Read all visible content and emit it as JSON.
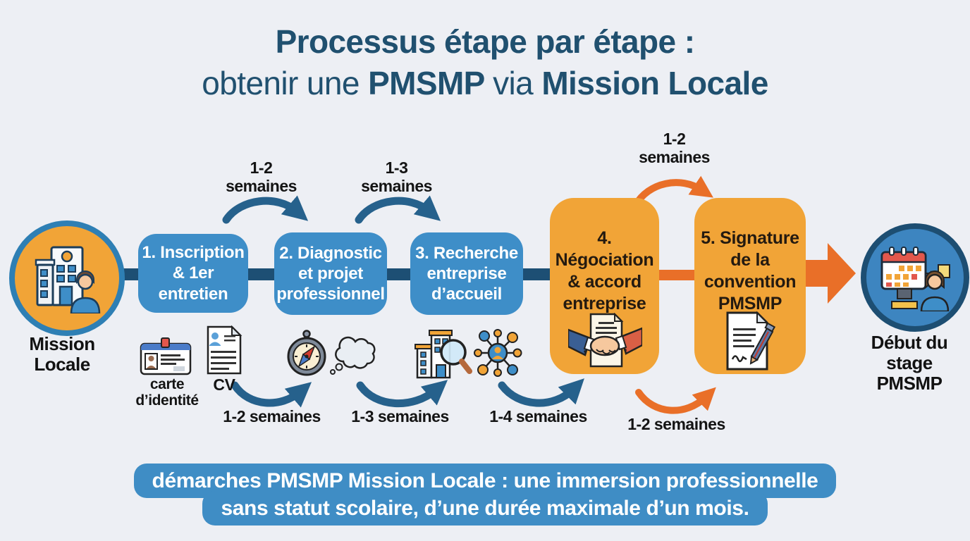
{
  "colors": {
    "background": "#edeff4",
    "title_text": "#20506f",
    "blue_box": "#3e8ec8",
    "navy_connector": "#1d4f74",
    "navy_arrow": "#26618c",
    "orange_box": "#f1a437",
    "orange_arrow": "#e96f28",
    "start_node_border": "#2e7fb4",
    "end_node_fill": "#3d85c0",
    "end_node_border": "#1d4e72",
    "banner_bg": "#3f8dc5",
    "banner_text": "#ffffff",
    "label_text": "#141414"
  },
  "title": {
    "line1": "Processus étape par étape :",
    "line2_part1": "obtenir une",
    "line2_part2": "PMSMP",
    "line2_part3": "via",
    "line2_part4": "Mission Locale"
  },
  "flow": {
    "start_label": "Mission\nLocale",
    "end_label": "Début du\nstage\nPMSMP",
    "steps": [
      "1. Inscription\n& 1er entretien",
      "2. Diagnostic\net projet\nprofessionnel",
      "3. Recherche\nentreprise\nd’accueil",
      "4.\nNégociation\n& accord\nentreprise",
      "5. Signature\nde la\nconvention\nPMSMP"
    ],
    "top_durations": [
      "1-2\nsemaines",
      "1-3\nsemaines",
      "1-2\nsemaines"
    ],
    "bottom_durations": [
      "1-2 semaines",
      "1-3 semaines",
      "1-4 semaines",
      "1-2 semaines"
    ]
  },
  "documents": {
    "id_card_label": "carte\nd’identité",
    "cv_label": "CV"
  },
  "footer": {
    "line1": "démarches PMSMP Mission Locale : une immersion professionnelle",
    "line2": "sans statut scolaire, d’une durée maximale d’un mois."
  }
}
